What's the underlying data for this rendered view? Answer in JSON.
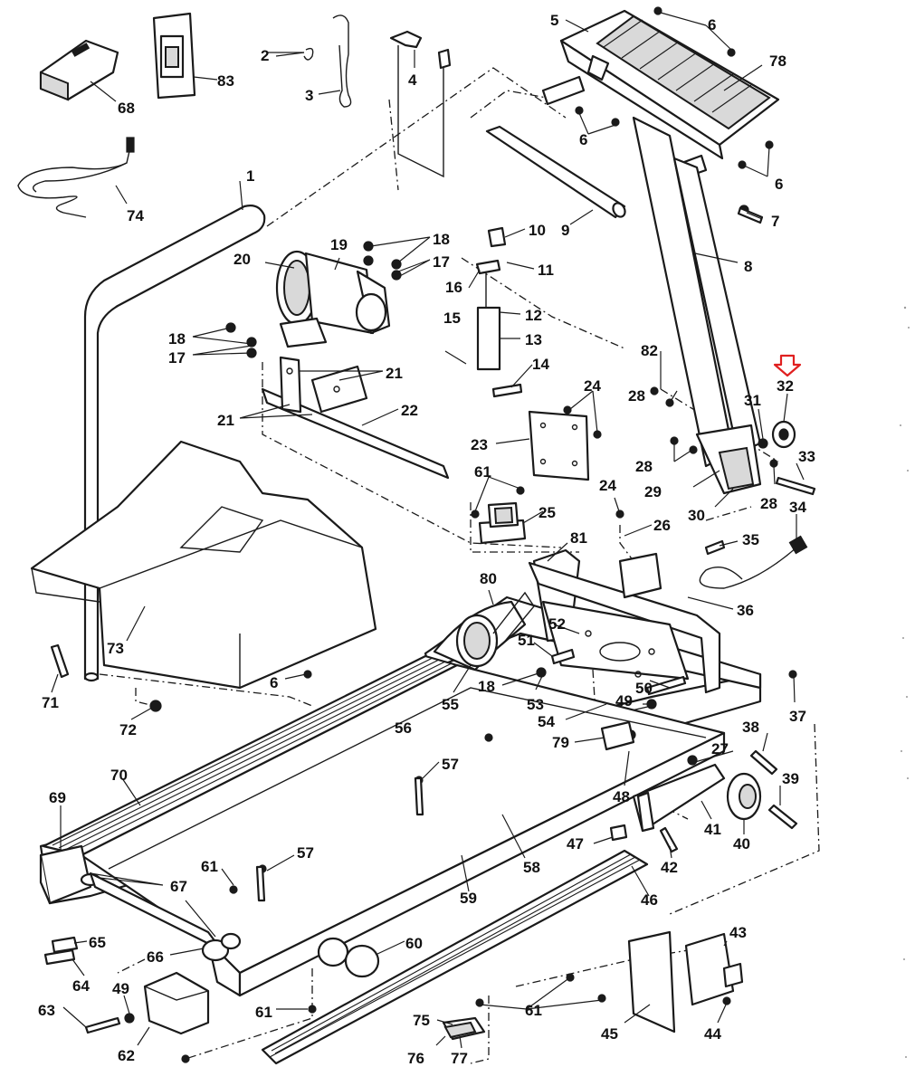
{
  "labels": [
    {
      "id": "l1",
      "text": "1"
    },
    {
      "id": "l2",
      "text": "2"
    },
    {
      "id": "l3",
      "text": "3"
    },
    {
      "id": "l4",
      "text": "4"
    },
    {
      "id": "l5",
      "text": "5"
    },
    {
      "id": "l6a",
      "text": "6"
    },
    {
      "id": "l6b",
      "text": "6"
    },
    {
      "id": "l6c",
      "text": "6"
    },
    {
      "id": "l6d",
      "text": "6"
    },
    {
      "id": "l7",
      "text": "7"
    },
    {
      "id": "l8",
      "text": "8"
    },
    {
      "id": "l9",
      "text": "9"
    },
    {
      "id": "l10",
      "text": "10"
    },
    {
      "id": "l11",
      "text": "11"
    },
    {
      "id": "l12",
      "text": "12"
    },
    {
      "id": "l13",
      "text": "13"
    },
    {
      "id": "l14",
      "text": "14"
    },
    {
      "id": "l15",
      "text": "15"
    },
    {
      "id": "l16",
      "text": "16"
    },
    {
      "id": "l17a",
      "text": "17"
    },
    {
      "id": "l17b",
      "text": "17"
    },
    {
      "id": "l18a",
      "text": "18"
    },
    {
      "id": "l18b",
      "text": "18"
    },
    {
      "id": "l18c",
      "text": "18"
    },
    {
      "id": "l19",
      "text": "19"
    },
    {
      "id": "l20",
      "text": "20"
    },
    {
      "id": "l21a",
      "text": "21"
    },
    {
      "id": "l21b",
      "text": "21"
    },
    {
      "id": "l22",
      "text": "22"
    },
    {
      "id": "l23",
      "text": "23"
    },
    {
      "id": "l24a",
      "text": "24"
    },
    {
      "id": "l24b",
      "text": "24"
    },
    {
      "id": "l25",
      "text": "25"
    },
    {
      "id": "l26",
      "text": "26"
    },
    {
      "id": "l27",
      "text": "27"
    },
    {
      "id": "l28a",
      "text": "28"
    },
    {
      "id": "l28b",
      "text": "28"
    },
    {
      "id": "l28c",
      "text": "28"
    },
    {
      "id": "l29",
      "text": "29"
    },
    {
      "id": "l30",
      "text": "30"
    },
    {
      "id": "l31",
      "text": "31"
    },
    {
      "id": "l32",
      "text": "32"
    },
    {
      "id": "l33",
      "text": "33"
    },
    {
      "id": "l34",
      "text": "34"
    },
    {
      "id": "l35",
      "text": "35"
    },
    {
      "id": "l36",
      "text": "36"
    },
    {
      "id": "l37",
      "text": "37"
    },
    {
      "id": "l38",
      "text": "38"
    },
    {
      "id": "l39",
      "text": "39"
    },
    {
      "id": "l40",
      "text": "40"
    },
    {
      "id": "l41",
      "text": "41"
    },
    {
      "id": "l42",
      "text": "42"
    },
    {
      "id": "l43",
      "text": "43"
    },
    {
      "id": "l44",
      "text": "44"
    },
    {
      "id": "l45",
      "text": "45"
    },
    {
      "id": "l46",
      "text": "46"
    },
    {
      "id": "l47",
      "text": "47"
    },
    {
      "id": "l48",
      "text": "48"
    },
    {
      "id": "l49a",
      "text": "49"
    },
    {
      "id": "l49b",
      "text": "49"
    },
    {
      "id": "l50",
      "text": "50"
    },
    {
      "id": "l51",
      "text": "51"
    },
    {
      "id": "l52",
      "text": "52"
    },
    {
      "id": "l53",
      "text": "53"
    },
    {
      "id": "l54",
      "text": "54"
    },
    {
      "id": "l55",
      "text": "55"
    },
    {
      "id": "l56",
      "text": "56"
    },
    {
      "id": "l57a",
      "text": "57"
    },
    {
      "id": "l57b",
      "text": "57"
    },
    {
      "id": "l58",
      "text": "58"
    },
    {
      "id": "l59",
      "text": "59"
    },
    {
      "id": "l60",
      "text": "60"
    },
    {
      "id": "l61a",
      "text": "61"
    },
    {
      "id": "l61b",
      "text": "61"
    },
    {
      "id": "l61c",
      "text": "61"
    },
    {
      "id": "l61d",
      "text": "61"
    },
    {
      "id": "l62",
      "text": "62"
    },
    {
      "id": "l63",
      "text": "63"
    },
    {
      "id": "l64",
      "text": "64"
    },
    {
      "id": "l65",
      "text": "65"
    },
    {
      "id": "l66",
      "text": "66"
    },
    {
      "id": "l67",
      "text": "67"
    },
    {
      "id": "l68",
      "text": "68"
    },
    {
      "id": "l69",
      "text": "69"
    },
    {
      "id": "l70",
      "text": "70"
    },
    {
      "id": "l71",
      "text": "71"
    },
    {
      "id": "l72",
      "text": "72"
    },
    {
      "id": "l73",
      "text": "73"
    },
    {
      "id": "l74",
      "text": "74"
    },
    {
      "id": "l75",
      "text": "75"
    },
    {
      "id": "l76",
      "text": "76"
    },
    {
      "id": "l77",
      "text": "77"
    },
    {
      "id": "l78",
      "text": "78"
    },
    {
      "id": "l79",
      "text": "79"
    },
    {
      "id": "l80",
      "text": "80"
    },
    {
      "id": "l81",
      "text": "81"
    },
    {
      "id": "l82",
      "text": "82"
    },
    {
      "id": "l83",
      "text": "83"
    }
  ],
  "highlight": {
    "part": "32",
    "marker_color": "#e02020"
  },
  "colors": {
    "ink": "#1a1a1a",
    "paper": "#ffffff"
  }
}
